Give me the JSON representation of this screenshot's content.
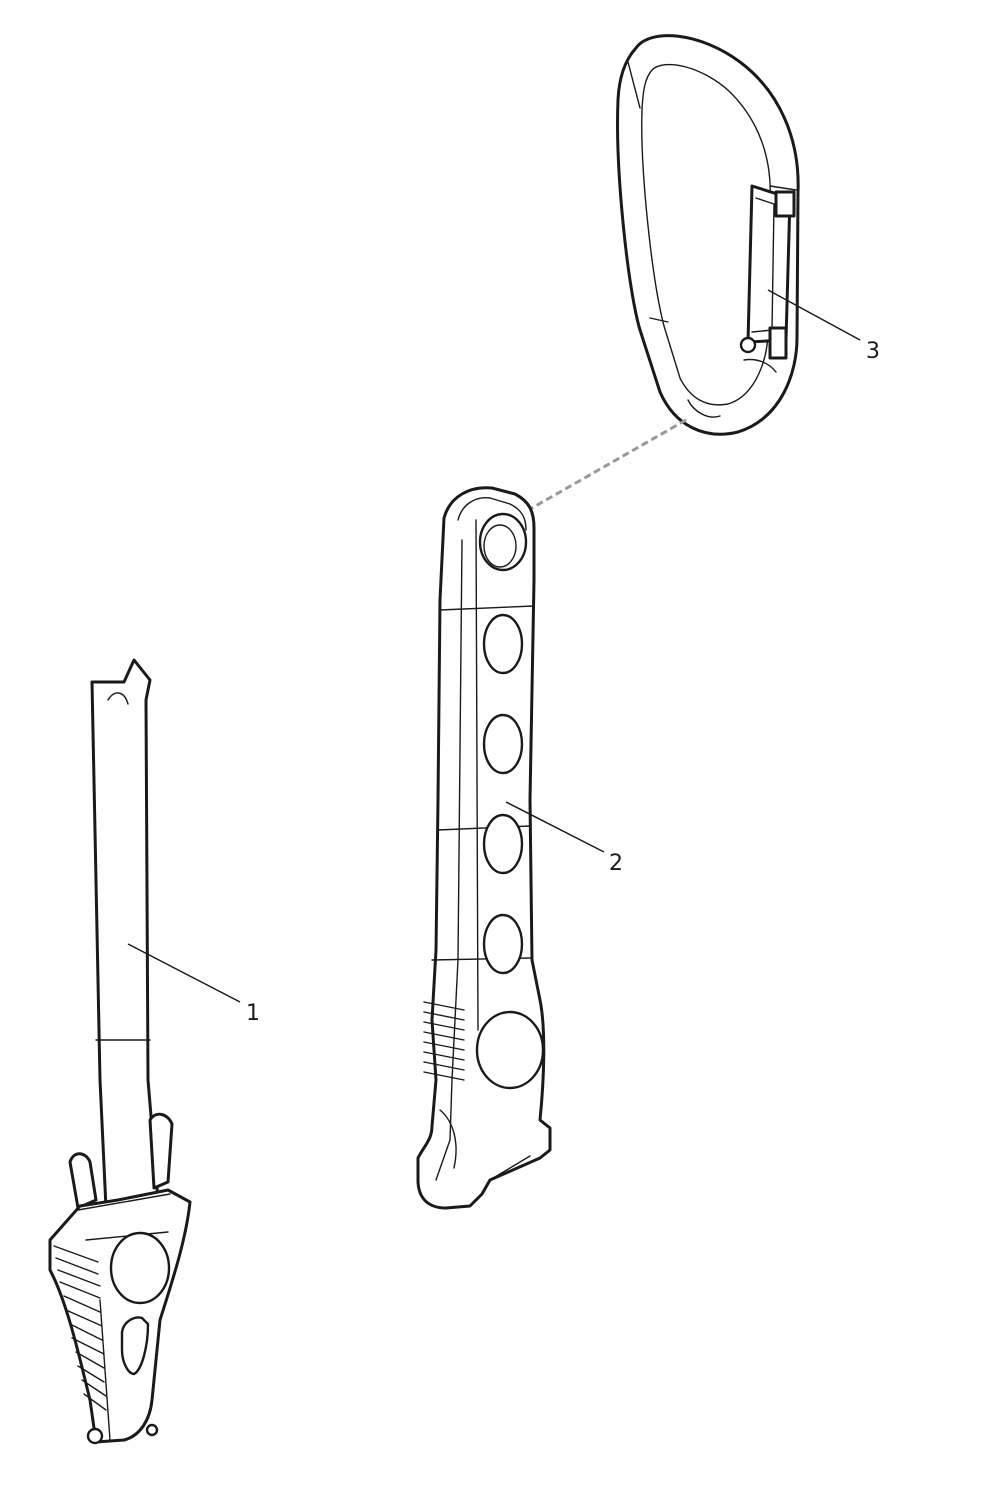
{
  "callouts": {
    "part_1": "1",
    "part_2": "2",
    "part_3": "3"
  },
  "colors": {
    "line": "#1a1a1a",
    "background": "#ffffff",
    "dashed_connector": "#999999"
  }
}
